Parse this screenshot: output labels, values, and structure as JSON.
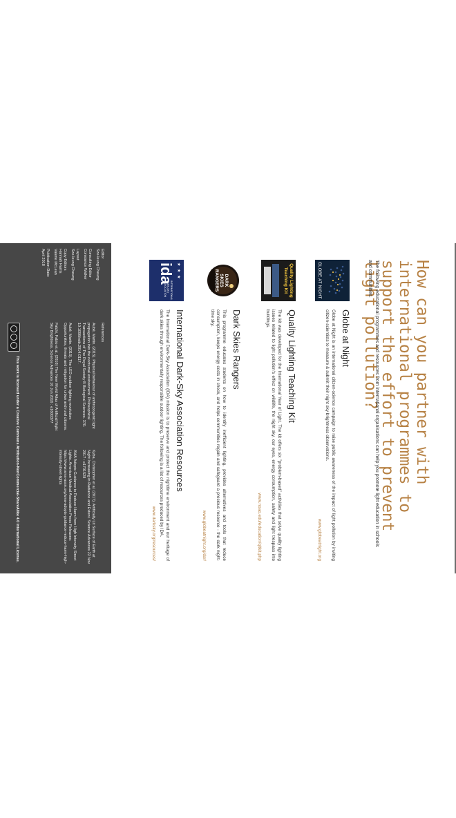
{
  "document": {
    "title": "How can you partner with international programmes to support the effort to prevent light pollution?",
    "intro": "The following educational programmes and resources from international organisations can help you promote light education in schools and communities.",
    "sections": [
      {
        "heading": "Globe at Night",
        "body": "Globe at Night is an international citizen-science campaign to raise public awareness of the impact of light pollution by inviting citizen-scientists to measure & submit their night sky brightness observations.",
        "link": "www.globeatnight.org",
        "logo_text": "GLOBE AT NIGHT"
      },
      {
        "heading": "Quality Lighting Teaching Kit",
        "body": "The kit was developed for the International Year of Light. The kit offers six \"problem-based\" activities that solve quality lighting issues related to light pollution's effect on wildlife, the night sky, our eyes, energy consumption, safety and light trespass into buildings.",
        "link": "www.noao.edu/education/qltkit.php",
        "logo_text": "Quality Lighting Teaching Kit"
      },
      {
        "heading": "Dark Skies Rangers",
        "body": "This programme educates students on how to identify inefficient lighting, provides alternatives and tools that reduce consumption, keeps energy costs in check, and helps communities regain and safeguard a precious resource - the dark night-time sky.",
        "link": "www.globeatnight.org/dsr/",
        "logo_text": "DARK SKIES RANGERS"
      },
      {
        "heading": "International Dark-Sky Association Resources",
        "body": "The International Dark-Sky Association (IDA) mission is to preserve and protect the nighttime environment and our heritage of dark skies through environmentally responsible outdoor lighting. The following is a list of resources produced by IDA.",
        "link": "www.darksky.org/resources/",
        "logo_text": "ida",
        "logo_sub": "INTERNATIONAL DARK-SKY ASSOCIATION"
      }
    ]
  },
  "footer": {
    "credits": [
      {
        "role": "Editor",
        "names": "Sze-leung Cheung"
      },
      {
        "role": "Consulting Editor",
        "names": "Constance Walker"
      },
      {
        "role": "Layout",
        "names": "Sze-leung Cheung"
      },
      {
        "role": "Copy Editors",
        "names": "Hannah Harris\nValerie McLean"
      },
      {
        "role": "Publication Date:",
        "names": "April 2018"
      }
    ],
    "references_heading": "References",
    "references": [
      "Aubé, Martin. (2015). Physical behaviour of anthropogenic light propagation into the nocturnal environment. Philosophical Transactions of The Royal Society B Biological Sciences. 370. 10.1098/rstb.2014.0117.",
      "Aubé, Martin. (2015). The LED outdoor lighting revolution: Opportunities, threats and mitigation for urban and rural citizens.",
      "Falchi, Fabio et al. (2016) The New World Atlas of Artificial Night Sky Brightness. Science Advances 10 Jun 2016 : e1600377",
      "Kyba, Christopher et al. (2017). Artificially Lit Surface of Earth at Night Increasing in Radiance and Extent. Science Advances 22 Nov 2017 : e1701528",
      "AMA Adopts Guidance to Reduce Harm from High Intensity Street Lights. American Medical Association Press Releases: https://www.ama-assn.org/ama-adopts-guidance-reduce-harm-high-intensity-street-lights"
    ],
    "license": "This work is licensed under a Creative Commons Attribution-NonCommercial-ShareAlike 4.0 International License."
  },
  "colors": {
    "accent": "#b78245",
    "footer_bg": "#474747",
    "border": "#6d6d6d"
  }
}
